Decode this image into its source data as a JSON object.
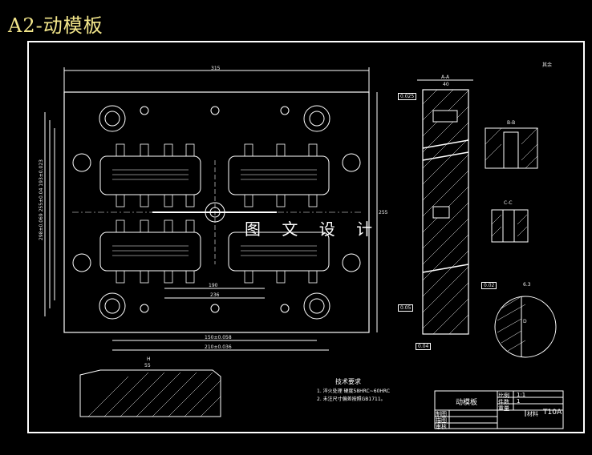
{
  "header": {
    "title": "A2-动模板"
  },
  "watermark": "图 文 设 计",
  "dimensions": {
    "top_width": "315",
    "side_height": "255",
    "bottom_1": "150±0.058",
    "bottom_2": "210±0.036",
    "mid_1": "190",
    "mid_2": "236",
    "left_stack": "298±0.069 255±0.04 193±0.023",
    "section_a_label": "A-A",
    "section_a_width": "40",
    "tol_1": "0.025",
    "tol_2": "0.05",
    "tol_3": "0.02",
    "tol_4": "0.04",
    "label_b": "B-B",
    "label_c": "C-C",
    "label_d": "D",
    "label_other": "其余",
    "roughness": "6.3",
    "section_h": "H",
    "width_55": "55"
  },
  "notes": {
    "heading": "技术要求",
    "line1": "1. 淬火处理   硬度58HRC~60HRC",
    "line2": "2. 未注尺寸偏差按照GB1711。"
  },
  "title_block": {
    "part_name": "动模板",
    "scale_label": "比例",
    "scale_value": "1:1",
    "count_label": "件数",
    "count_value": "1",
    "weight_label": "重量",
    "design_label": "制图",
    "review_label": "描图",
    "check_label": "审核",
    "material_label": "材料",
    "material_value": "T10A"
  },
  "colors": {
    "background": "#000000",
    "lines": "#ffffff",
    "title": "#f2e58a"
  }
}
